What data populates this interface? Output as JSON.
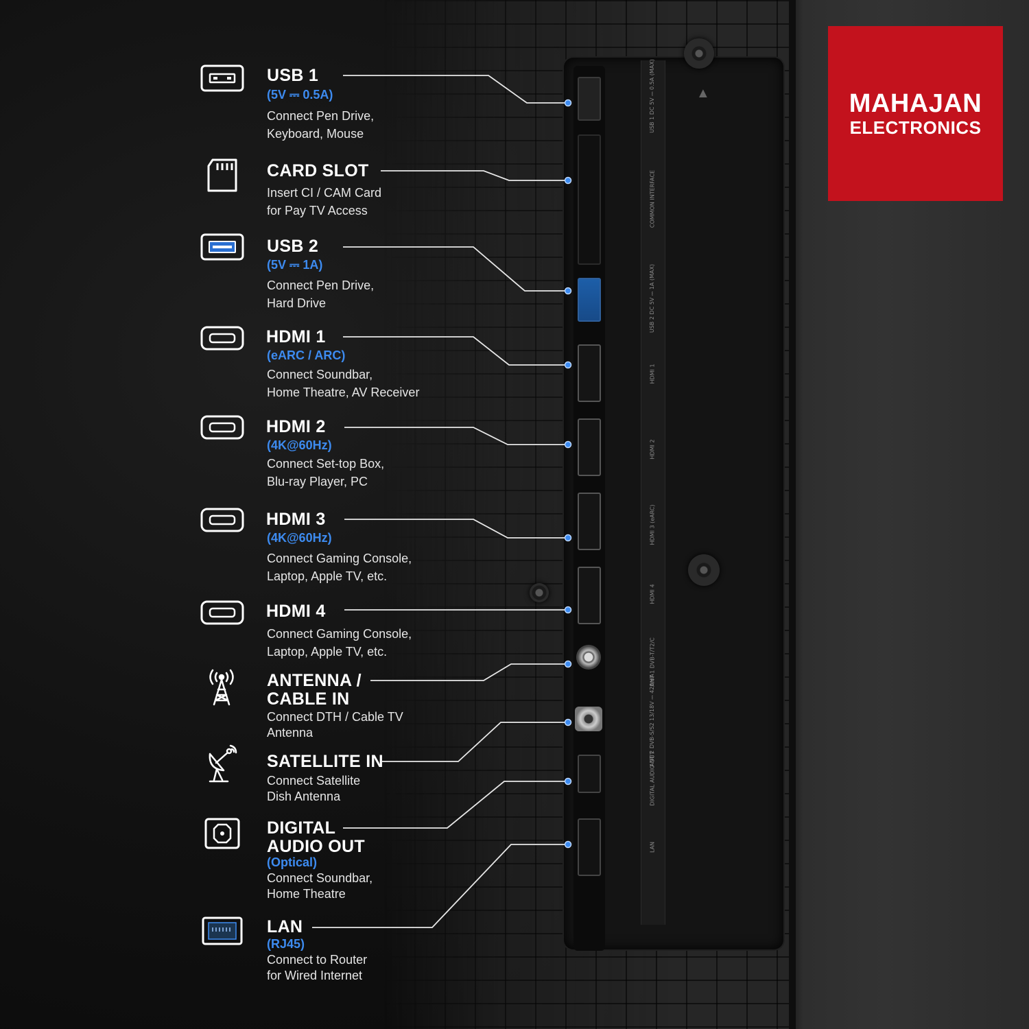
{
  "brand": {
    "name": "MAHAJAN",
    "subtitle": "ELECTRONICS",
    "color": "#c3121d"
  },
  "accent_color": "#3d8bf0",
  "ports": [
    {
      "icon": "usb-port-icon",
      "title": "USB 1",
      "spec": "(5V ⎓ 0.5A)",
      "desc": "Connect Pen Drive,\nKeyboard, Mouse"
    },
    {
      "icon": "sd-card-icon",
      "title": "CARD SLOT",
      "spec": "",
      "desc": "Insert CI / CAM Card\nfor Pay TV Access"
    },
    {
      "icon": "usb-port-blue-icon",
      "title": "USB 2",
      "spec": "(5V ⎓ 1A)",
      "desc": "Connect Pen Drive,\nHard Drive"
    },
    {
      "icon": "hdmi-port-icon",
      "title": "HDMI 1",
      "spec": "(eARC / ARC)",
      "desc": "Connect Soundbar,\nHome Theatre, AV Receiver"
    },
    {
      "icon": "hdmi-port-icon",
      "title": "HDMI 2",
      "spec": "(4K@60Hz)",
      "desc": "Connect Set-top Box,\nBlu-ray Player, PC"
    },
    {
      "icon": "hdmi-port-icon",
      "title": "HDMI 3",
      "spec": "(4K@60Hz)",
      "desc": "Connect Gaming Console,\nLaptop, Apple TV, etc."
    },
    {
      "icon": "hdmi-port-icon",
      "title": "HDMI 4",
      "spec": "",
      "desc": "Connect Gaming Console,\nLaptop, Apple TV, etc."
    },
    {
      "icon": "antenna-tower-icon",
      "title": "ANTENNA /\nCABLE IN",
      "spec": "",
      "desc": "Connect DTH / Cable TV\nAntenna"
    },
    {
      "icon": "satellite-dish-icon",
      "title": "SATELLITE IN",
      "spec": "",
      "desc": "Connect Satellite\nDish Antenna"
    },
    {
      "icon": "optical-port-icon",
      "title": "DIGITAL\nAUDIO OUT",
      "spec": "(Optical)",
      "desc": "Connect Soundbar,\nHome Theatre"
    },
    {
      "icon": "lan-port-icon",
      "title": "LAN",
      "spec": "(RJ45)",
      "desc": "Connect to Router\nfor Wired Internet"
    }
  ],
  "panel_labels": [
    "USB 1  DC 5V ⎓ 0.5A (MAX)",
    "COMMON INTERFACE",
    "USB 2  DC 5V ⎓ 1A (MAX)",
    "HDMI 1",
    "HDMI 2",
    "HDMI 3 (eARC)",
    "HDMI 4",
    "ANT 1  DVB-T/T2/C",
    "ANT 2  DVB-S/S2  13/18V ⎓ 420mA",
    "DIGITAL AUDIO OUT",
    "LAN"
  ]
}
